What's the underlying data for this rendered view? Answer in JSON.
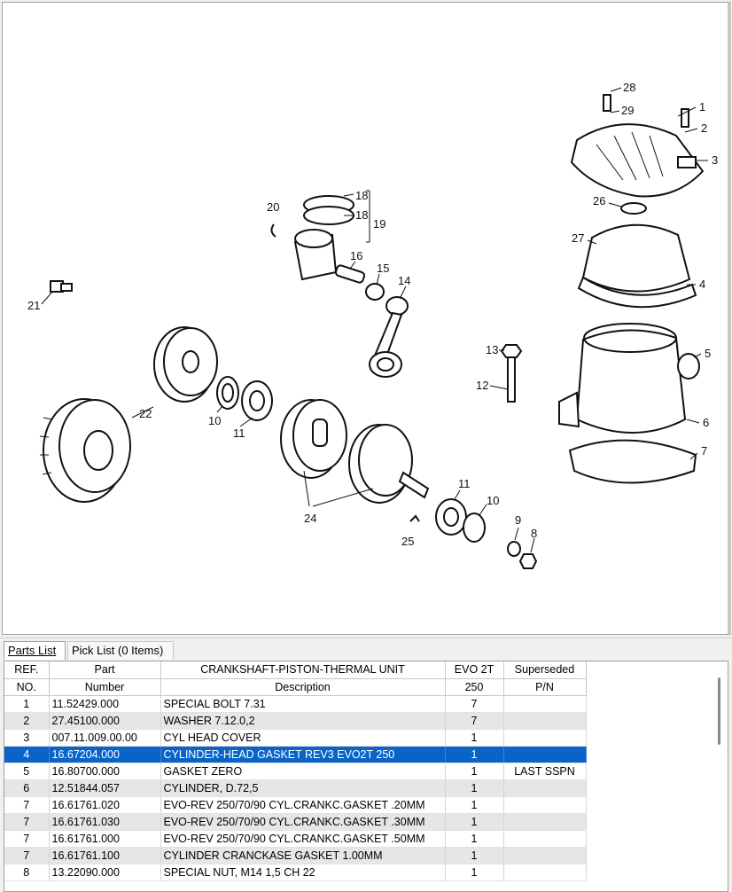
{
  "tabs": [
    {
      "label": "Parts List",
      "active": true
    },
    {
      "label": "Pick List (0 Items)",
      "active": false
    }
  ],
  "diagram": {
    "callouts": [
      "1",
      "2",
      "3",
      "4",
      "5",
      "6",
      "7",
      "8",
      "9",
      "10",
      "10",
      "11",
      "11",
      "12",
      "13",
      "14",
      "15",
      "16",
      "18",
      "18",
      "19",
      "20",
      "21",
      "22",
      "24",
      "25",
      "26",
      "27",
      "28",
      "29"
    ]
  },
  "table": {
    "header_row1": [
      "REF.",
      "Part",
      "CRANKSHAFT-PISTON-THERMAL UNIT",
      "EVO 2T",
      "Superseded"
    ],
    "header_row2": [
      "NO.",
      "Number",
      "Description",
      "250",
      "P/N"
    ],
    "rows": [
      {
        "ref": "1",
        "part": "11.52429.000",
        "desc": "SPECIAL BOLT 7.31",
        "qty": "7",
        "sup": ""
      },
      {
        "ref": "2",
        "part": "27.45100.000",
        "desc": "WASHER 7.12.0,2",
        "qty": "7",
        "sup": ""
      },
      {
        "ref": "3",
        "part": "007.11.009.00.00",
        "desc": "CYL HEAD COVER",
        "qty": "1",
        "sup": ""
      },
      {
        "ref": "4",
        "part": "16.67204.000",
        "desc": "CYLINDER-HEAD GASKET REV3 EVO2T 250",
        "qty": "1",
        "sup": ""
      },
      {
        "ref": "5",
        "part": "16.80700.000",
        "desc": "GASKET ZERO",
        "qty": "1",
        "sup": "LAST SSPN"
      },
      {
        "ref": "6",
        "part": "12.51844.057",
        "desc": "CYLINDER, D.72,5",
        "qty": "1",
        "sup": ""
      },
      {
        "ref": "7",
        "part": "16.61761.020",
        "desc": "EVO-REV 250/70/90 CYL.CRANKC.GASKET .20MM",
        "qty": "1",
        "sup": ""
      },
      {
        "ref": "7",
        "part": "16.61761.030",
        "desc": "EVO-REV 250/70/90 CYL.CRANKC.GASKET .30MM",
        "qty": "1",
        "sup": ""
      },
      {
        "ref": "7",
        "part": "16.61761.000",
        "desc": "EVO-REV 250/70/90 CYL.CRANKC.GASKET .50MM",
        "qty": "1",
        "sup": ""
      },
      {
        "ref": "7",
        "part": "16.61761.100",
        "desc": "CYLINDER CRANCKASE GASKET 1.00MM",
        "qty": "1",
        "sup": ""
      },
      {
        "ref": "8",
        "part": "13.22090.000",
        "desc": "SPECIAL NUT, M14 1,5 CH 22",
        "qty": "1",
        "sup": ""
      }
    ],
    "selected_index": 3
  },
  "colors": {
    "selection": "#0a64c8",
    "alt_row": "#e6e6e6"
  }
}
